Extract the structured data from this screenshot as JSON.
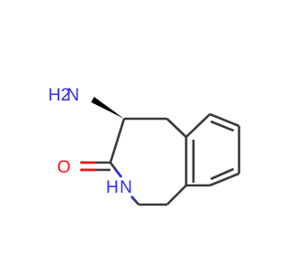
{
  "structure": {
    "colors": {
      "carbon_bond": "#3a3a3a",
      "nitrogen": "#2e2ef0",
      "oxygen": "#ff0d0d",
      "background": "#ffffff"
    },
    "atoms": {
      "amine": {
        "symbol": "N",
        "hydrogens": "H2",
        "element": "nitrogen"
      },
      "carbonyl_oxygen": {
        "symbol": "O",
        "element": "oxygen"
      },
      "amide": {
        "symbol": "N",
        "hydrogens": "H",
        "element": "nitrogen"
      }
    }
  }
}
